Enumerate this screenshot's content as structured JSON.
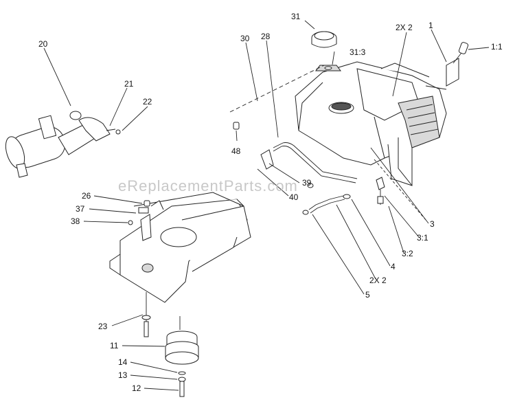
{
  "watermark": "eReplacementParts.com",
  "callouts": [
    {
      "id": "c20",
      "text": "20"
    },
    {
      "id": "c21",
      "text": "21"
    },
    {
      "id": "c22",
      "text": "22"
    },
    {
      "id": "c26",
      "text": "26"
    },
    {
      "id": "c37",
      "text": "37"
    },
    {
      "id": "c38",
      "text": "38"
    },
    {
      "id": "c23",
      "text": "23"
    },
    {
      "id": "c11",
      "text": "11"
    },
    {
      "id": "c14",
      "text": "14"
    },
    {
      "id": "c13",
      "text": "13"
    },
    {
      "id": "c12",
      "text": "12"
    },
    {
      "id": "c30",
      "text": "30"
    },
    {
      "id": "c28",
      "text": "28"
    },
    {
      "id": "c31",
      "text": "31"
    },
    {
      "id": "c313",
      "text": "31:3"
    },
    {
      "id": "c2x2a",
      "text": "2X 2"
    },
    {
      "id": "c1",
      "text": "1"
    },
    {
      "id": "c11b",
      "text": "1:1"
    },
    {
      "id": "c48",
      "text": "48"
    },
    {
      "id": "c39",
      "text": "39"
    },
    {
      "id": "c40",
      "text": "40"
    },
    {
      "id": "c3",
      "text": "3"
    },
    {
      "id": "c31b",
      "text": "3:1"
    },
    {
      "id": "c32",
      "text": "3:2"
    },
    {
      "id": "c4",
      "text": "4"
    },
    {
      "id": "c2x2b",
      "text": "2X 2"
    },
    {
      "id": "c5",
      "text": "5"
    }
  ]
}
